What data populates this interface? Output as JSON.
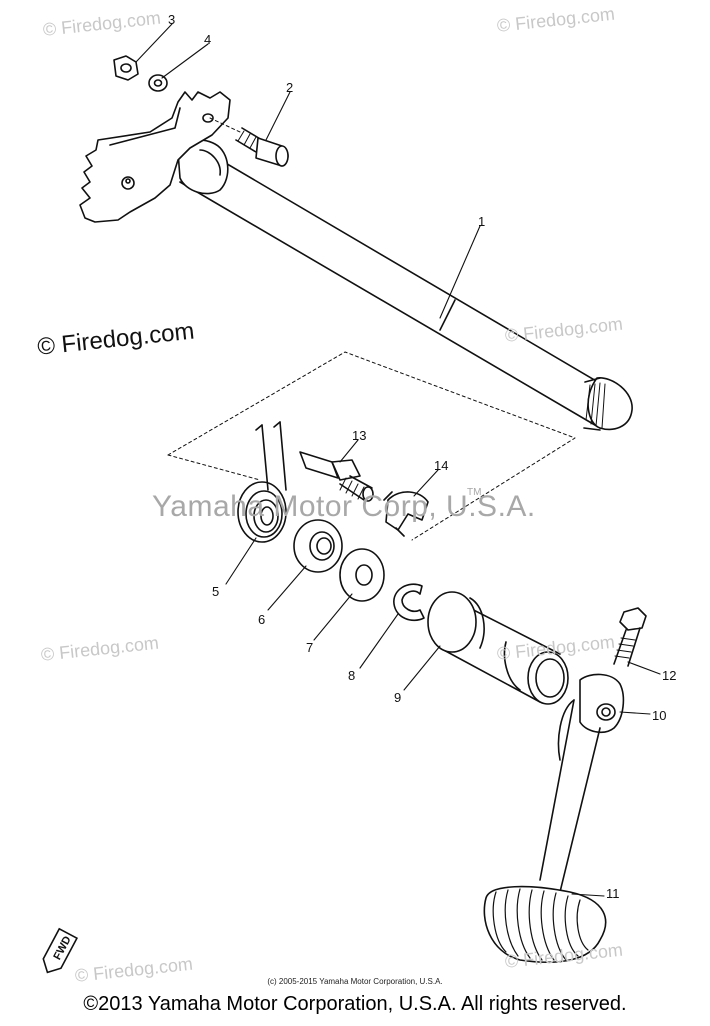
{
  "watermarks": {
    "tl": "© Firedog.com",
    "tr": "© Firedog.com",
    "ml": "© Firedog.com",
    "mr": "© Firedog.com",
    "ll": "© Firedog.com",
    "lr": "© Firedog.com",
    "bl": "© Firedog.com",
    "br": "© Firedog.com",
    "center": "Yamaha Motor Corp, U.S.A.",
    "center_tm": "TM"
  },
  "part_labels": [
    "1",
    "2",
    "3",
    "4",
    "5",
    "6",
    "7",
    "8",
    "9",
    "10",
    "11",
    "12",
    "13",
    "14"
  ],
  "fwd_label": "FWD",
  "fine_print": "(c) 2005-2015 Yamaha Motor Corporation, U.S.A.",
  "copyright": "©2013 Yamaha Motor Corporation, U.S.A. All rights reserved."
}
